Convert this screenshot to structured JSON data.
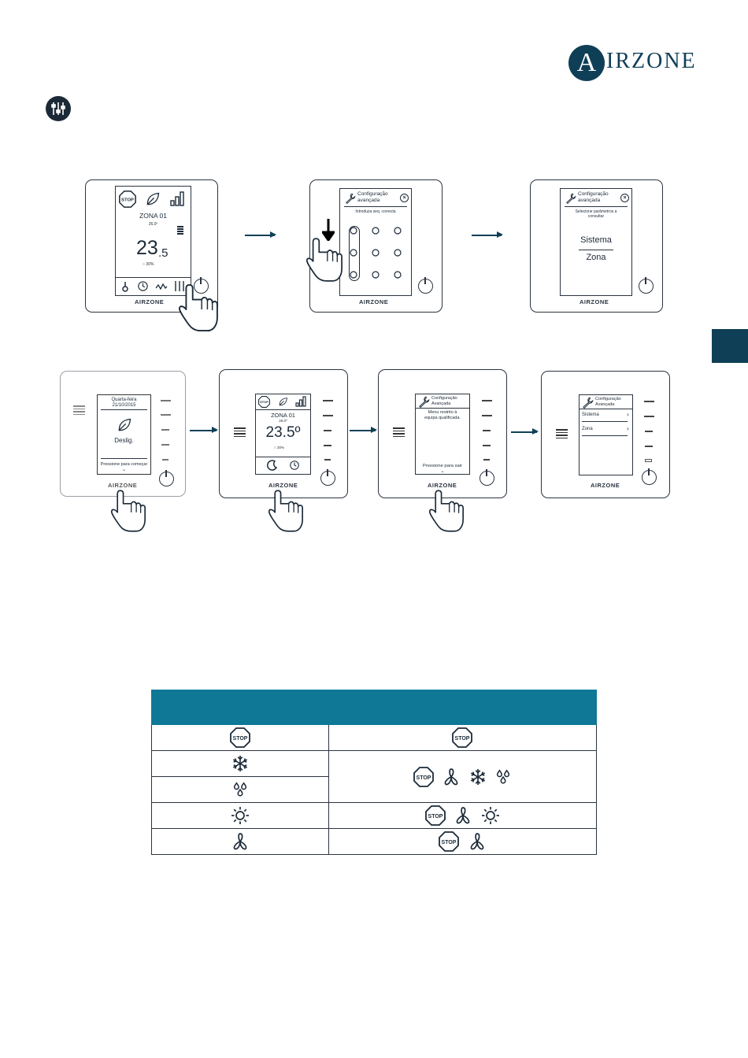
{
  "brand": {
    "logo_letter": "A",
    "logo_text": "IRZONE",
    "device_logo": "AIRZONE",
    "accent_color": "#0e7896",
    "dark_color": "#0f3f57"
  },
  "section_icon": "advanced-settings-sliders-icon",
  "step1": {
    "stop": "STOP",
    "zone": "ZONA 01",
    "setpoint": "26.0º",
    "temp_main": "23",
    "temp_dec": ".5",
    "humidity": "30%"
  },
  "step2": {
    "title_line1": "Configuração",
    "title_line2": "avançada",
    "prompt": "Introduza seq. correcta"
  },
  "step3": {
    "title_line1": "Configuração",
    "title_line2": "avançada",
    "prompt_line1": "Selecione parâmetros a",
    "prompt_line2": "consultar",
    "option1": "Sistema",
    "option2": "Zona"
  },
  "step4": {
    "day": "Quarta-feira",
    "date": "21/10/2015",
    "status": "Deslig.",
    "hint": "Pressione para começar"
  },
  "step5": {
    "stop": "STOP",
    "zone": "ZONA 01",
    "setpoint": "26.0º",
    "temp": "23.5º",
    "humidity": "30%"
  },
  "step6": {
    "title_line1": "Configuração",
    "title_line2": "Avançada",
    "msg_line1": "Menu restrito à",
    "msg_line2": "equipa qualificada.",
    "hint": "Pressione para sair"
  },
  "step7": {
    "title_line1": "Configuração",
    "title_line2": "Avançada",
    "item1": "Sistema",
    "item2": "Zona"
  },
  "table": {
    "stop_label": "STOP",
    "rows": [
      {
        "left": "stop-icon",
        "right": [
          "stop-icon"
        ]
      },
      {
        "left": "snowflake-icon",
        "right": [
          "stop-icon",
          "fan-icon",
          "snowflake-icon",
          "drops-icon"
        ]
      },
      {
        "left": "drops-icon",
        "right": []
      },
      {
        "left": "sun-icon",
        "right": [
          "stop-icon",
          "fan-icon",
          "sun-icon"
        ]
      },
      {
        "left": "fan-icon",
        "right": [
          "stop-icon",
          "fan-icon"
        ]
      }
    ]
  }
}
